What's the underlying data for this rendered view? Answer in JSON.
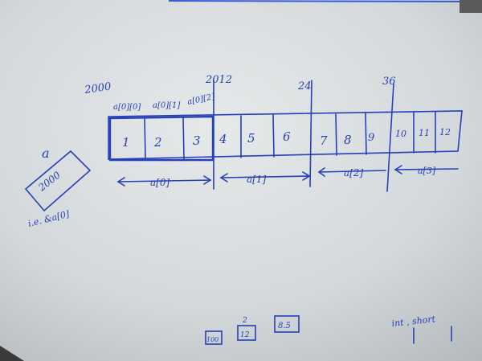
{
  "whiteboard": {
    "colors": {
      "ink": "#2540b8",
      "board": "#dfe3e5"
    },
    "addresses": [
      "2000",
      "2012",
      "24",
      "36"
    ],
    "element_labels": [
      "a[0][0]",
      "a[0][1]",
      "a[0][2]"
    ],
    "cells": [
      "1",
      "2",
      "3",
      "4",
      "5",
      "6",
      "7",
      "8",
      "9",
      "10",
      "11",
      "12"
    ],
    "row_labels": [
      "a[0]",
      "a[1]",
      "a[2]",
      "a[3]"
    ],
    "pointer_box": {
      "name": "a",
      "value": "2000",
      "note": "i.e. &a[0]"
    },
    "bottom_scribbles": [
      "100",
      "12",
      "2",
      "8.5"
    ],
    "bottom_right_text": "int , short"
  }
}
